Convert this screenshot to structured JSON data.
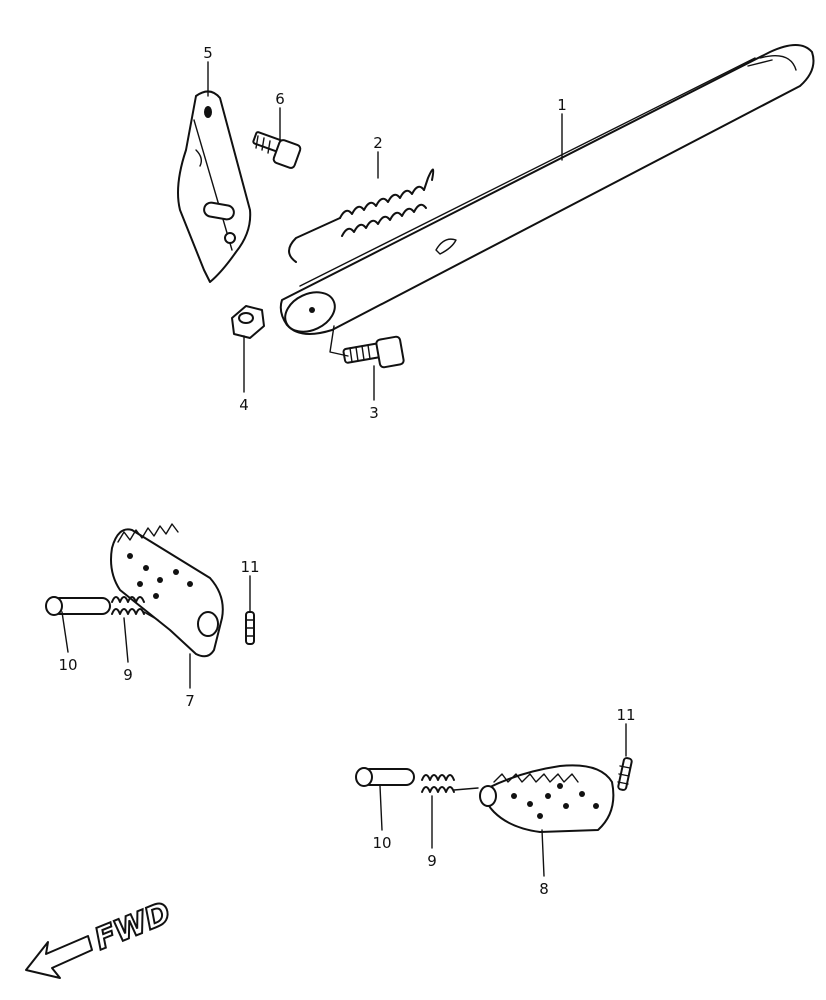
{
  "callouts": [
    {
      "id": "1",
      "text": "1"
    },
    {
      "id": "2",
      "text": "2"
    },
    {
      "id": "3",
      "text": "3"
    },
    {
      "id": "4",
      "text": "4"
    },
    {
      "id": "5",
      "text": "5"
    },
    {
      "id": "6",
      "text": "6"
    },
    {
      "id": "7",
      "text": "7"
    },
    {
      "id": "8",
      "text": "8"
    },
    {
      "id": "9a",
      "text": "9"
    },
    {
      "id": "9b",
      "text": "9"
    },
    {
      "id": "10a",
      "text": "10"
    },
    {
      "id": "10b",
      "text": "10"
    },
    {
      "id": "11a",
      "text": "11"
    },
    {
      "id": "11b",
      "text": "11"
    }
  ],
  "direction": {
    "text": "FWD"
  }
}
